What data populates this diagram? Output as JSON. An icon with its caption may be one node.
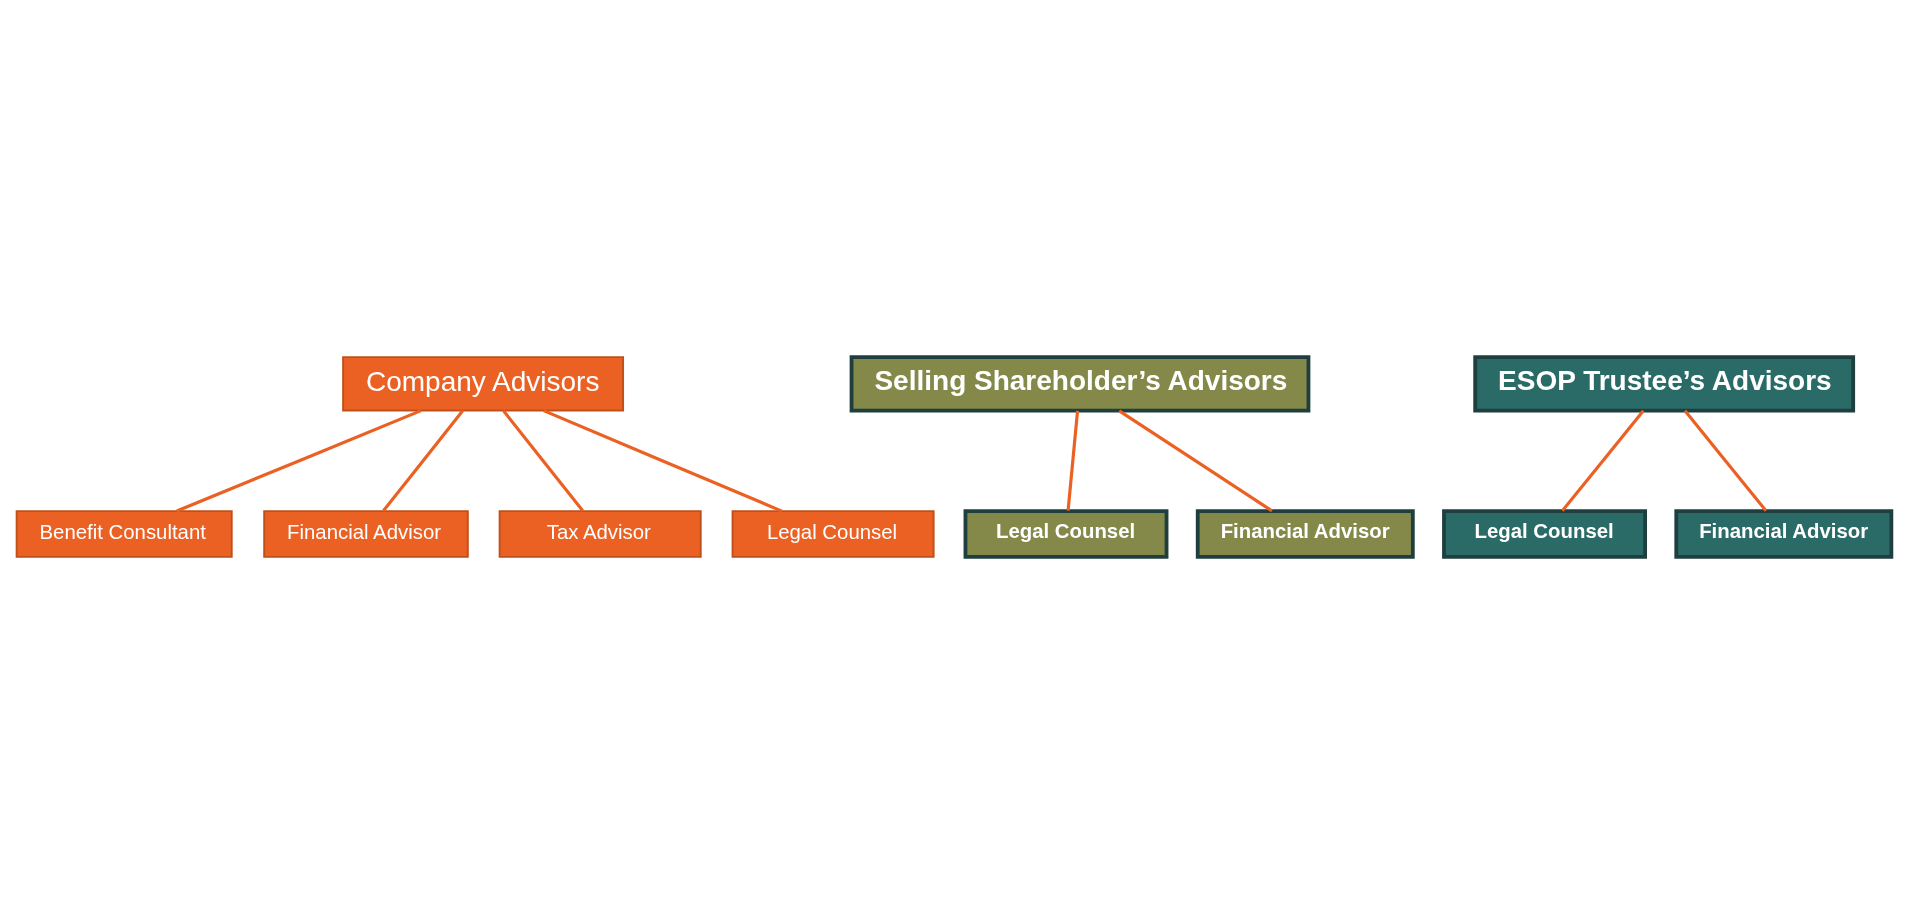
{
  "diagram": {
    "nodes": [
      {
        "text": [
          "Company Advisors"
        ]
      },
      {
        "text": [
          "Benefit Consultant"
        ]
      },
      {
        "text": [
          "Financial Advisor"
        ]
      },
      {
        "text": [
          "Tax Advisor"
        ]
      },
      {
        "text": [
          "Legal Counsel"
        ]
      },
      {
        "text": [
          "Selling Shareholder’s Advisors"
        ]
      },
      {
        "text": [
          "ESOP Trustee’s Advisors"
        ]
      },
      {
        "text": [
          "Legal Counsel"
        ]
      },
      {
        "text": [
          "Financial Advisor"
        ]
      },
      {
        "text": [
          "Legal Counsel"
        ]
      },
      {
        "text": [
          "Financial Advisor"
        ]
      }
    ],
    "edges": [
      {
        "from": 0,
        "to": 1,
        "arrow": "none"
      },
      {
        "from": 0,
        "to": 2,
        "arrow": "none"
      },
      {
        "from": 0,
        "to": 3,
        "arrow": "none"
      },
      {
        "from": 0,
        "to": 4,
        "arrow": "none"
      },
      {
        "from": 5,
        "to": 7,
        "arrow": "none"
      },
      {
        "from": 5,
        "to": 8,
        "arrow": "none"
      },
      {
        "from": 6,
        "to": 9,
        "arrow": "none"
      },
      {
        "from": 6,
        "to": 10,
        "arrow": "none"
      }
    ]
  }
}
